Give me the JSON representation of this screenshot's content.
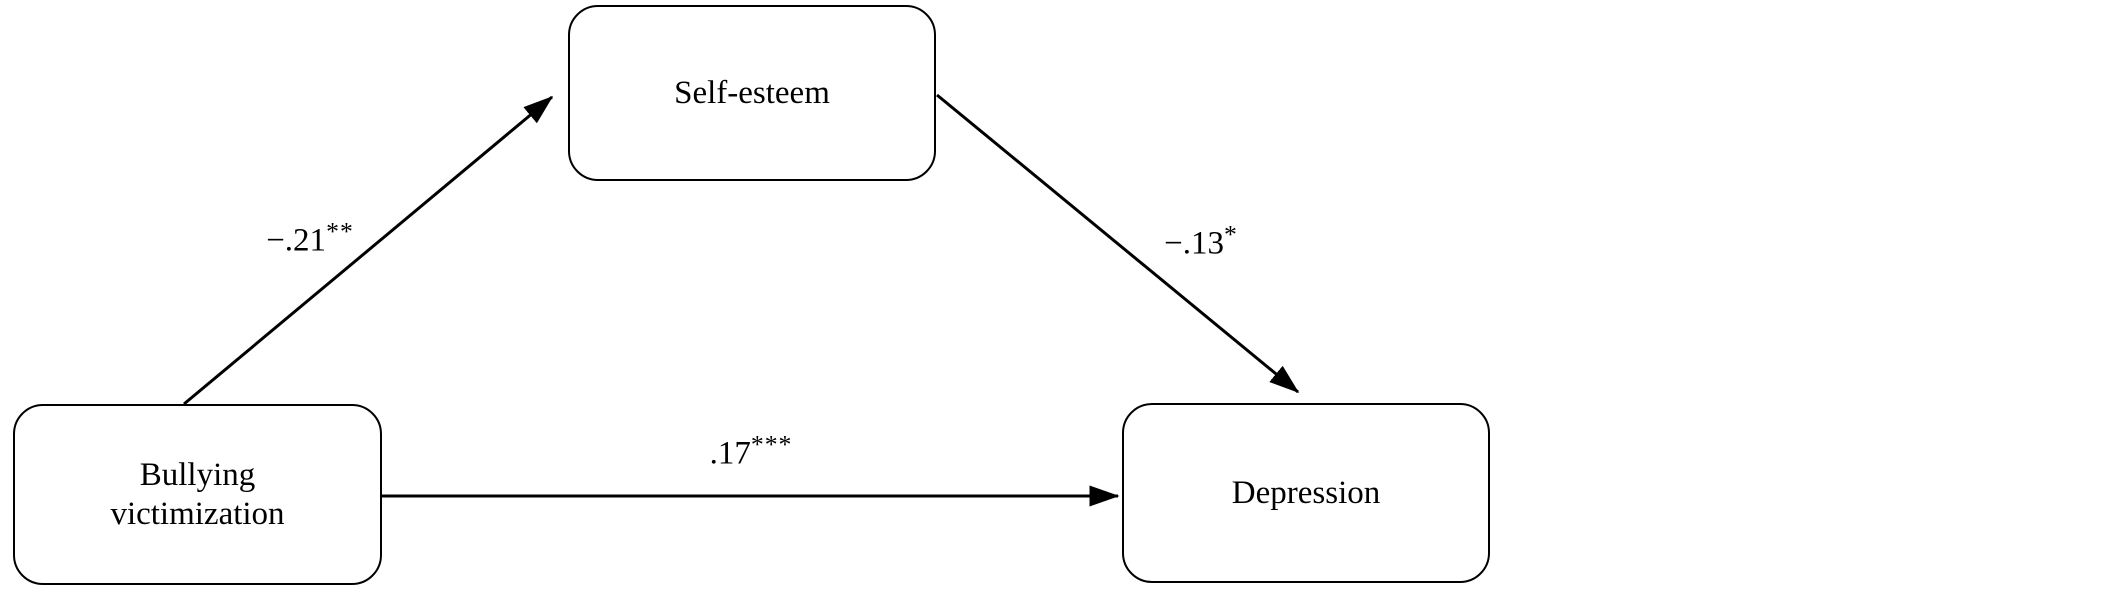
{
  "diagram": {
    "type": "mediation-path-diagram",
    "colors": {
      "background": "#ffffff",
      "stroke": "#000000",
      "text": "#000000"
    },
    "nodes": [
      {
        "id": "self-esteem",
        "label": "Self-esteem",
        "role": "mediator"
      },
      {
        "id": "bullying-victimization",
        "label": "Bullying\nvictimization",
        "role": "predictor"
      },
      {
        "id": "depression",
        "label": "Depression",
        "role": "outcome"
      }
    ],
    "paths": [
      {
        "from": "bullying-victimization",
        "to": "self-esteem",
        "coefficient": "−.21",
        "significance": "**"
      },
      {
        "from": "self-esteem",
        "to": "depression",
        "coefficient": "−.13",
        "significance": "*"
      },
      {
        "from": "bullying-victimization",
        "to": "depression",
        "coefficient": ".17",
        "significance": "***"
      }
    ]
  }
}
